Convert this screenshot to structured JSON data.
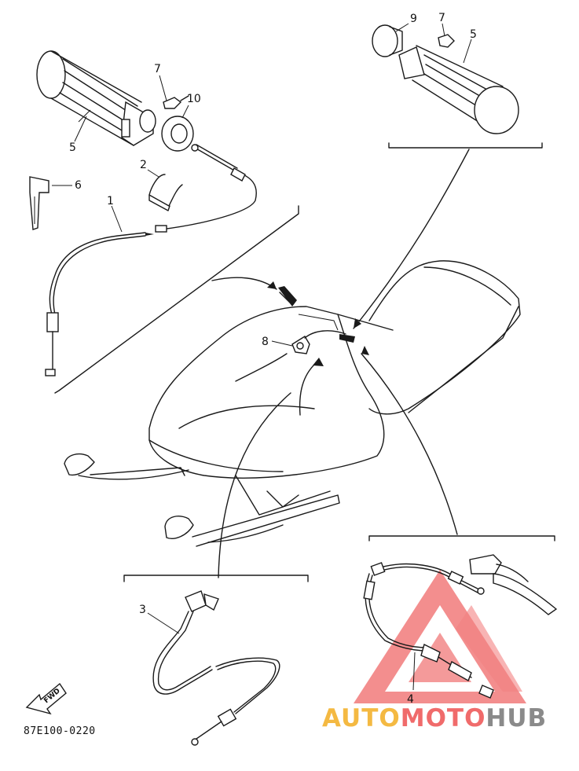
{
  "callouts": {
    "c1": "1",
    "c2": "2",
    "c3": "3",
    "c4": "4",
    "c5a": "5",
    "c5b": "5",
    "c6": "6",
    "c7a": "7",
    "c7b": "7",
    "c8": "8",
    "c9": "9",
    "c10": "10"
  },
  "fwd_label": "FWD",
  "diagram_code": "87E100-0220",
  "watermark": {
    "part1": "AUTO",
    "part2": "MOTO",
    "part3": "HUB"
  },
  "colors": {
    "line": "#1a1a1a",
    "watermark_yellow": "#f4b942",
    "watermark_red": "#f06b6b",
    "watermark_gray": "#8a8a8a"
  }
}
